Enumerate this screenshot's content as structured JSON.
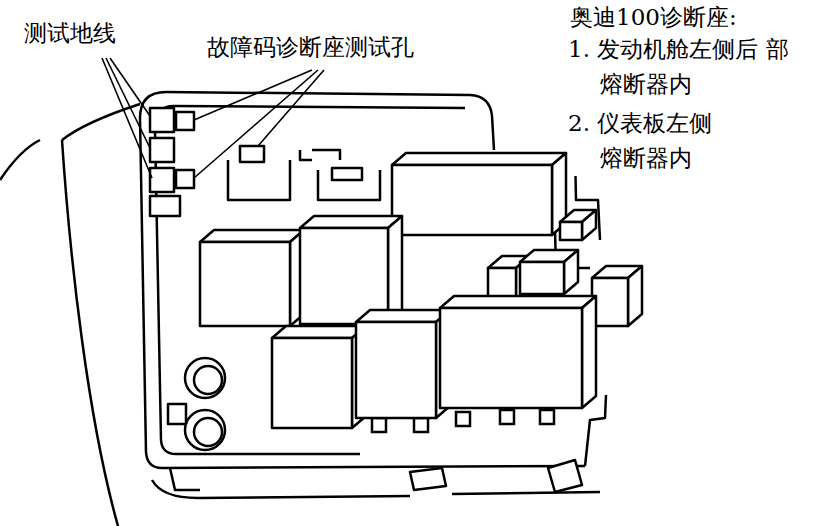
{
  "diagram": {
    "labels": [
      "测试地线",
      "故障码诊断座测试孔",
      "奥迪100诊断座:",
      "1. 发动机舱左侧后 部熔断器内",
      "2. 仪表板左侧 熔断器内"
    ]
  }
}
